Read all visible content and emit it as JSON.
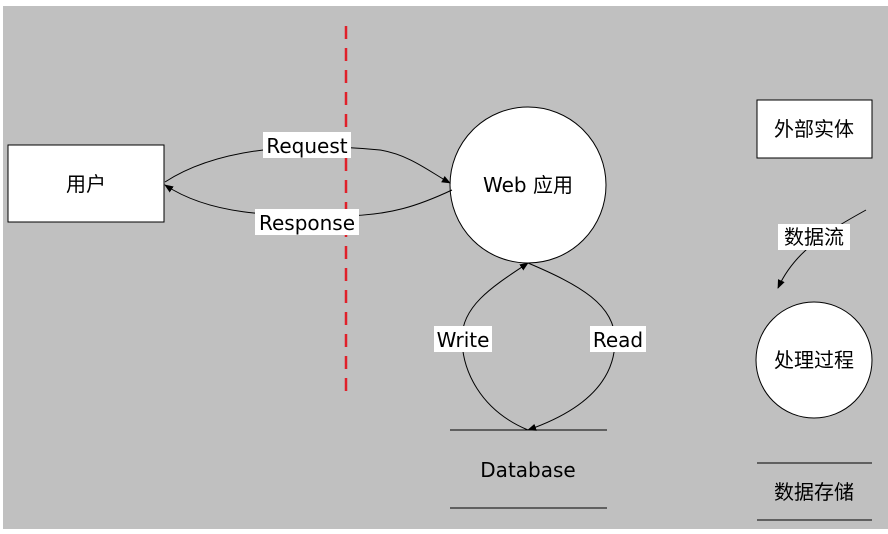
{
  "colors": {
    "background": "#c0c0c0",
    "shape_fill": "#ffffff",
    "stroke": "#000000",
    "boundary": "#e0202a",
    "text": "#000000"
  },
  "entities": {
    "user": "用户"
  },
  "processes": {
    "web_app": "Web 应用"
  },
  "stores": {
    "database": "Database"
  },
  "flows": {
    "request": "Request",
    "response": "Response",
    "write": "Write",
    "read": "Read"
  },
  "legend": {
    "external_entity": "外部实体",
    "data_flow": "数据流",
    "process": "处理过程",
    "data_store": "数据存储"
  }
}
